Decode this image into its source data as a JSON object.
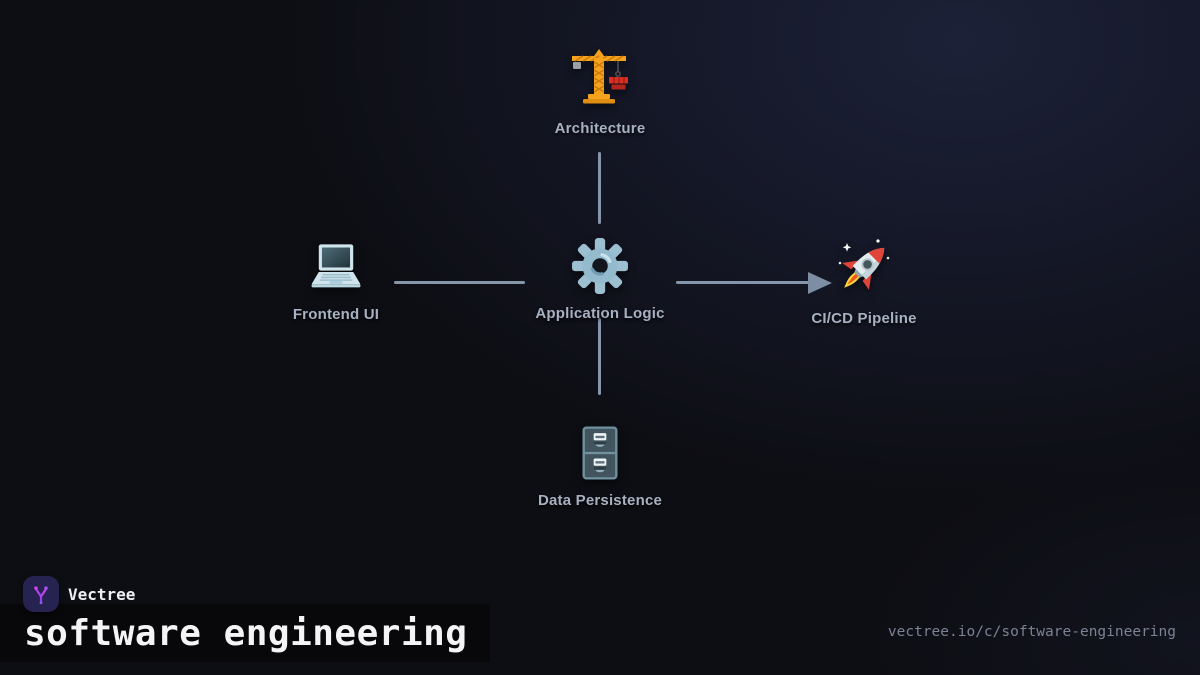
{
  "brand": {
    "name": "Vectree"
  },
  "footer": {
    "title": "software engineering",
    "watermark_url": "vectree.io/c/software-engineering"
  },
  "diagram": {
    "nodes": [
      {
        "id": "architecture",
        "label": "Architecture",
        "icon": "crane-icon",
        "position": "top"
      },
      {
        "id": "frontend-ui",
        "label": "Frontend UI",
        "icon": "laptop-icon",
        "position": "left"
      },
      {
        "id": "application-logic",
        "label": "Application Logic",
        "icon": "gear-icon",
        "position": "center"
      },
      {
        "id": "cicd-pipeline",
        "label": "CI/CD Pipeline",
        "icon": "rocket-icon",
        "position": "right"
      },
      {
        "id": "data-persistence",
        "label": "Data Persistence",
        "icon": "file-cabinet-icon",
        "position": "bottom"
      }
    ],
    "edges": [
      {
        "from": "application-logic",
        "to": "architecture",
        "arrow": false
      },
      {
        "from": "application-logic",
        "to": "frontend-ui",
        "arrow": false
      },
      {
        "from": "application-logic",
        "to": "cicd-pipeline",
        "arrow": true
      },
      {
        "from": "application-logic",
        "to": "data-persistence",
        "arrow": false
      }
    ],
    "colors": {
      "background": "#0d0e13",
      "glow": "#1c2138",
      "edge": "#8596ab",
      "label": "#a7b1c2",
      "title_text": "#f4f4f6",
      "watermark_text": "#7b8294",
      "accent_purple": "#a855f7"
    }
  }
}
